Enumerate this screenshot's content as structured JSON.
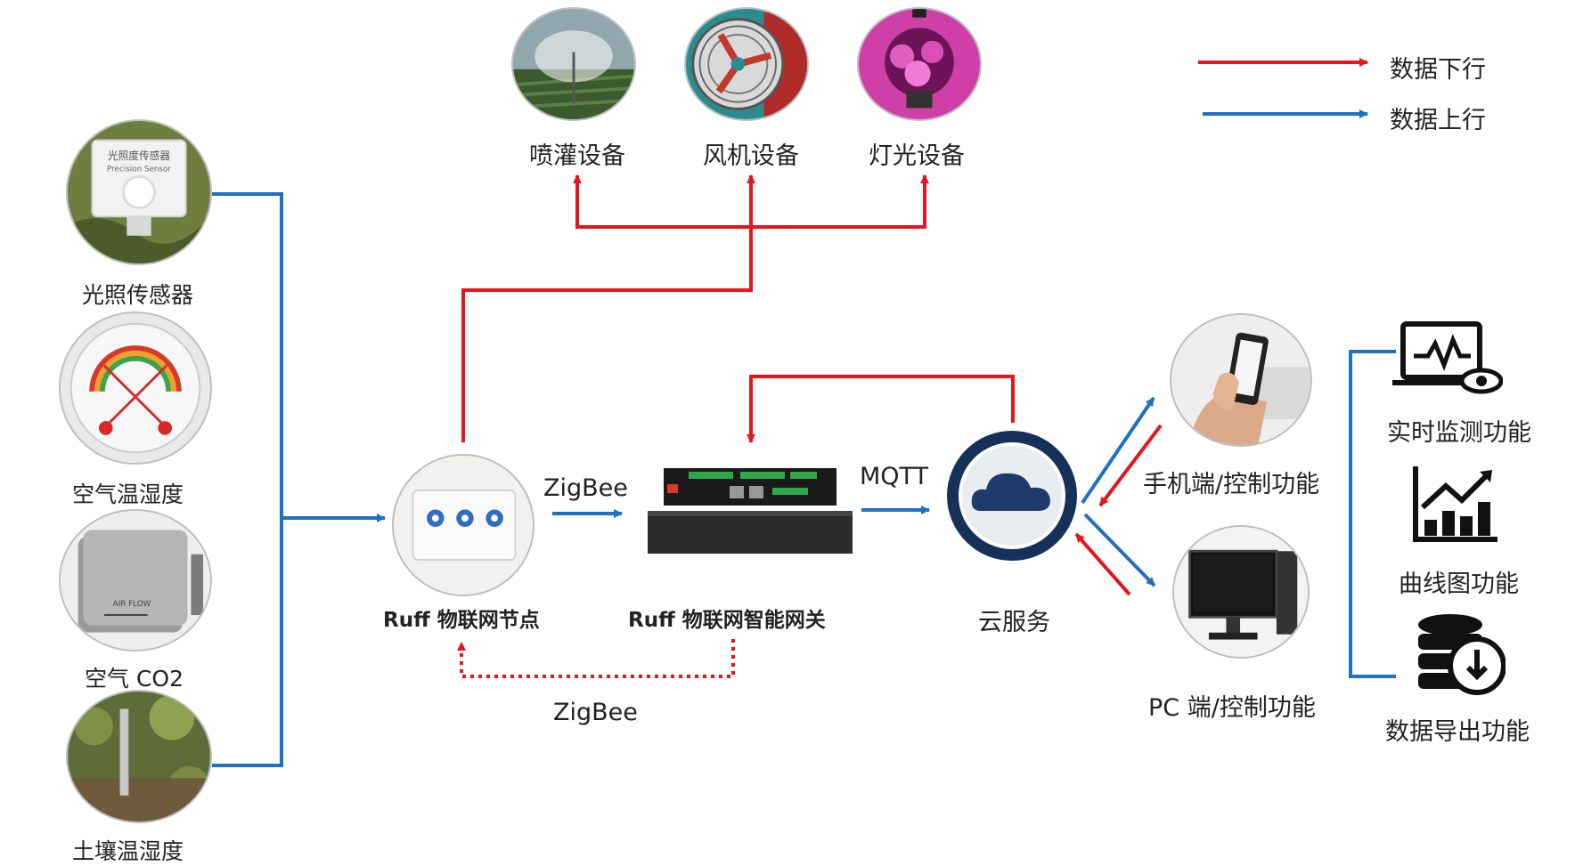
{
  "legend": {
    "downlink_label": "数据下行",
    "uplink_label": "数据上行",
    "downlink_color": "#e8141c",
    "uplink_color": "#1f6fc5"
  },
  "actuators": [
    {
      "label": "喷灌设备",
      "icon": "sprinkler-photo"
    },
    {
      "label": "风机设备",
      "icon": "fan-photo"
    },
    {
      "label": "灯光设备",
      "icon": "grow-light-photo"
    }
  ],
  "sensors": [
    {
      "label": "光照传感器",
      "icon": "light-sensor-photo",
      "device_text": "光照度传感器",
      "device_subtext": "Precision Sensor"
    },
    {
      "label": "空气温湿度",
      "icon": "hygrometer-photo"
    },
    {
      "label": "空气 CO2",
      "icon": "co2-sensor-photo",
      "device_text": "AIR FLOW"
    },
    {
      "label": "土壤温湿度",
      "icon": "soil-sensor-photo"
    }
  ],
  "node": {
    "label": "Ruff 物联网节点"
  },
  "gateway": {
    "label": "Ruff 物联网智能网关"
  },
  "protocols": {
    "zigbee_up": "ZigBee",
    "mqtt": "MQTT",
    "zigbee_down": "ZigBee"
  },
  "cloud": {
    "label": "云服务"
  },
  "clients": [
    {
      "label": "手机端/控制功能",
      "icon": "phone-photo"
    },
    {
      "label": "PC 端/控制功能",
      "icon": "monitor-photo"
    }
  ],
  "functions": [
    {
      "label": "实时监测功能",
      "icon": "monitor-eye-icon"
    },
    {
      "label": "曲线图功能",
      "icon": "bar-chart-icon"
    },
    {
      "label": "数据导出功能",
      "icon": "database-export-icon"
    }
  ]
}
